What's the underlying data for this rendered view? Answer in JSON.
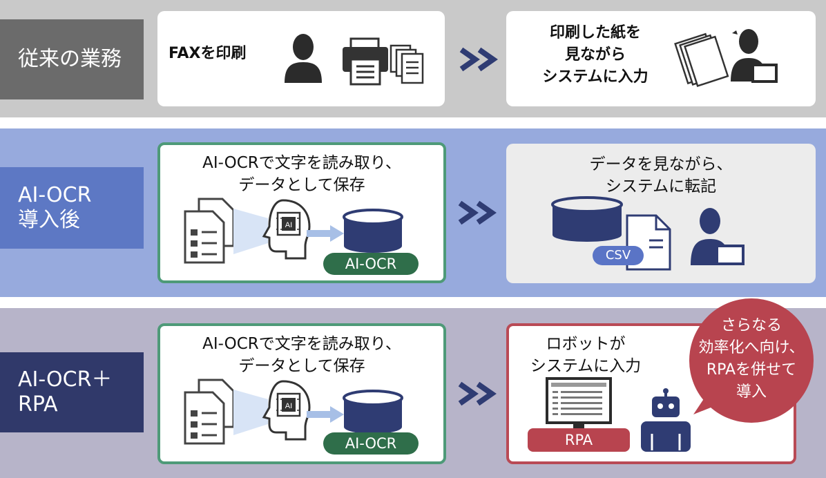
{
  "rows": {
    "conventional": {
      "label": "従来の業務",
      "step1_text": "FAXを印刷",
      "step2_lines": [
        "印刷した紙を",
        "見ながら",
        "システムに入力"
      ]
    },
    "ai_ocr": {
      "label_lines": [
        "AI-OCR",
        "導入後"
      ],
      "step1_lines": [
        "AI-OCRで文字を読み取り、",
        "データとして保存"
      ],
      "step1_badge": "AI-OCR",
      "chip_text": "AI",
      "step2_lines": [
        "データを見ながら、",
        "システムに転記"
      ],
      "step2_badge": "CSV"
    },
    "ai_ocr_rpa": {
      "label_lines": [
        "AI-OCR＋",
        "RPA"
      ],
      "step1_lines": [
        "AI-OCRで文字を読み取り、",
        "データとして保存"
      ],
      "step1_badge": "AI-OCR",
      "chip_text": "AI",
      "step2_lines": [
        "ロボットが",
        "システムに入力"
      ],
      "step2_badge": "RPA",
      "callout_lines": [
        "さらなる",
        "効率化へ向け、",
        "RPAを併せて",
        "導入"
      ]
    }
  },
  "colors": {
    "row1_bg": "#c9c9c9",
    "row2_bg": "#97aadd",
    "row3_bg": "#b7b4c9",
    "label1": "#6b6b6b",
    "label2": "#5d78c4",
    "label3": "#30396a",
    "navy": "#2f3c73",
    "green_border": "#4e9a78",
    "red_border": "#b94a55",
    "callout": "#b8444f",
    "badge_green": "#2f6e4a"
  }
}
